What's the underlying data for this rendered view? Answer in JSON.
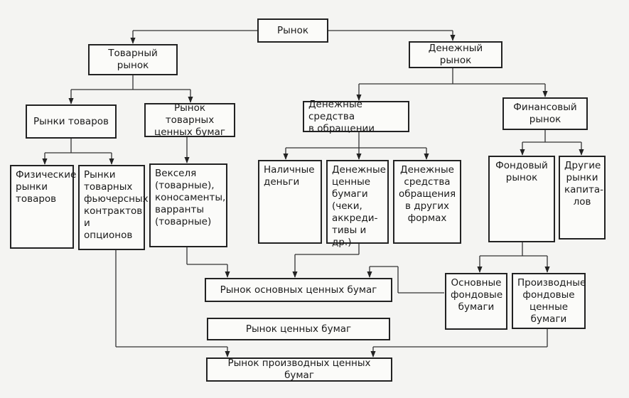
{
  "nodes": {
    "market": "Рынок",
    "commodity_market": "Товарный рынок",
    "money_market": "Денежный рынок",
    "goods_markets": "Рынки товаров",
    "commodity_securities_market": "Рынок товарных\nценных бумаг",
    "money_in_circulation": "Денежные средства\nв обращении",
    "financial_market": "Финансовый\nрынок",
    "physical_goods_markets": "Физические\nрынки\nтоваров",
    "futures_options_markets": "Рынки\nтоварных\nфьючерсных\nконтрактов\nи опционов",
    "bills_etc": "Векселя\n(товарные),\nконосаменты,\nварранты\n(товарные)",
    "cash": "Наличные\nденьги",
    "money_securities": "Денежные\nценные\nбумаги\n(чеки,\nаккреди-\nтивы и др.)",
    "other_money_forms": "Денежные\nсредства\nобращения\nв других\nформах",
    "stock_market": "Фондовый\nрынок",
    "other_capital_markets": "Другие\nрынки\nкапита-\nлов",
    "primary_securities_market": "Рынок основных ценных бумаг",
    "securities_market": "Рынок ценных бумаг",
    "derivatives_market": "Рынок производных ценных бумаг",
    "primary_stock_securities": "Основные\nфондовые\nбумаги",
    "derivative_stock_securities": "Производные\nфондовые\nценные\nбумаги"
  }
}
